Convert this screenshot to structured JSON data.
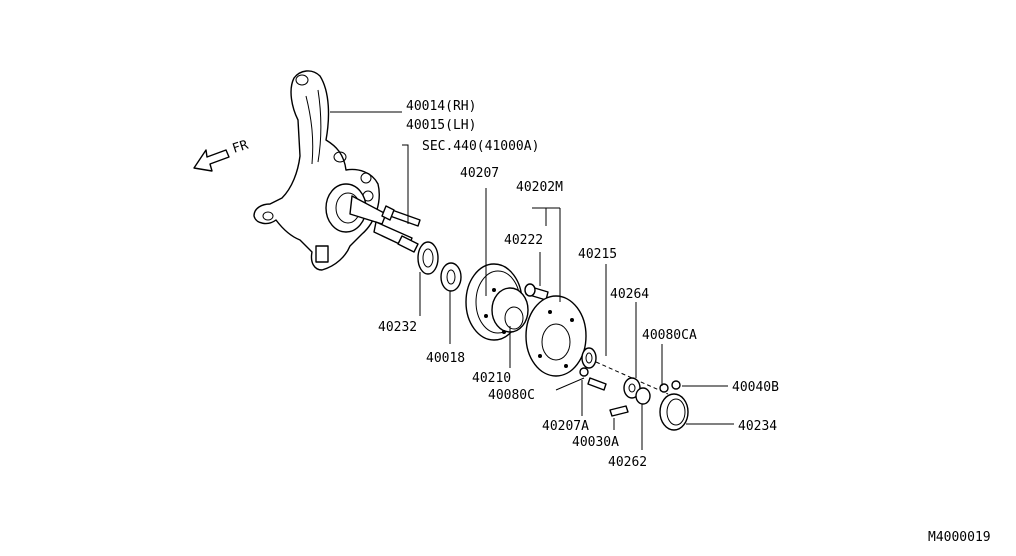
{
  "direction_label": "FR",
  "diagram_id": "M4000019",
  "callouts": {
    "knuckle_rh": "40014(RH)",
    "knuckle_lh": "40015(LH)",
    "sec_ref": "SEC.440(41000A)",
    "rotor": "40207",
    "hub_assembly": "40202M",
    "hub_bolt": "40222",
    "outer_bearing": "40215",
    "washer_outer": "40264",
    "cotter_pin": "40080CA",
    "lock_nut": "40040B",
    "grease_cap": "40234",
    "inner_seal": "40232",
    "inner_washer": "40018",
    "hub": "40210",
    "hub_pin": "40080C",
    "rotor_bolt": "40207A",
    "brake_bolt": "40030A",
    "adjusting_nut": "40262"
  }
}
